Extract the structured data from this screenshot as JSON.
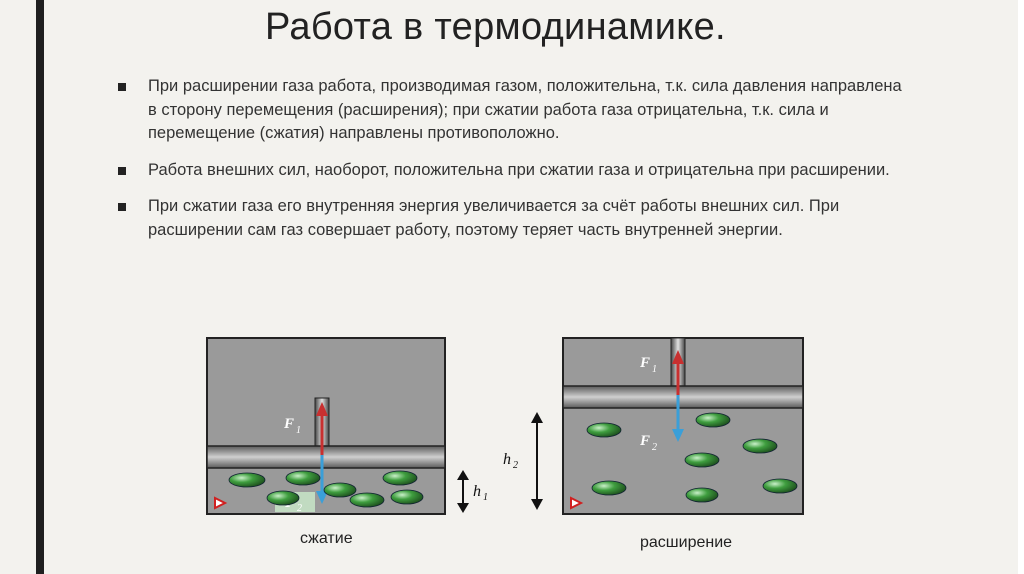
{
  "title": "Работа в термодинамике.",
  "bullets": [
    "При расширении газа работа, производимая газом, положительна, т.к. сила давления направлена в сторону перемещения (расширения); при сжатии работа газа отрицательна, т.к. сила и перемещение (сжатия) направлены противоположно.",
    "Работа внешних сил, наоборот, положительна при сжатии газа и отрицательна при расширении.",
    "При сжатии газа его внутренняя энергия увеличивается за счёт работы внешних сил. При расширении сам газ совершает работу, поэтому теряет часть внутренней энергии."
  ],
  "figures": {
    "compression_caption": "сжатие",
    "expansion_caption": "расширение",
    "force1": "F",
    "force1_sub": "1",
    "force2": "F",
    "force2_sub": "2",
    "h1": "h",
    "h1_sub": "1",
    "h2": "h",
    "h2_sub": "2"
  },
  "colors": {
    "cylinder": "#9a9a9a",
    "piston": "#7d7d7d",
    "molecule": "#2e8a2e",
    "force1_arrow": "#c83030",
    "force2_arrow": "#3b9fd8"
  }
}
